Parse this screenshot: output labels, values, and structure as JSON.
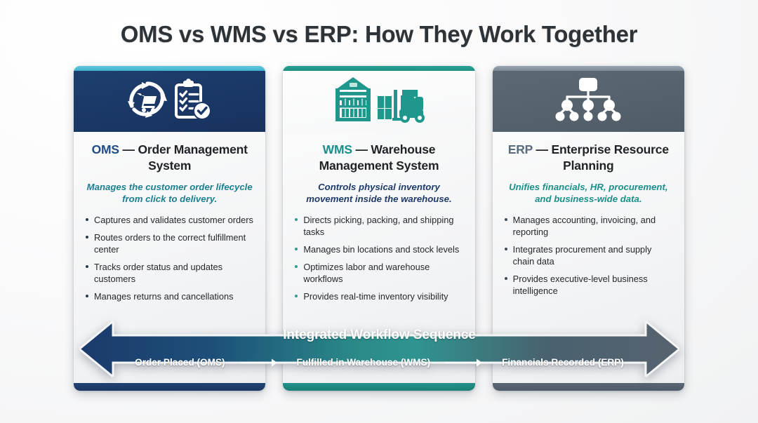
{
  "title": "OMS vs WMS vs ERP: How They Work Together",
  "colors": {
    "oms_header": "#1a3765",
    "oms_strip": "#3fb3cd",
    "oms_accent": "#1f4d86",
    "oms_tagline": "#1a7f8e",
    "wms_header": "#f7f8f9",
    "wms_strip": "#1d8f86",
    "wms_accent": "#1a8f8a",
    "wms_tagline": "#1d3a6b",
    "erp_header": "#55616d",
    "erp_strip": "#7d8a98",
    "erp_accent": "#5a6b7d",
    "erp_tagline": "#1a8f8a",
    "banner_start": "#1b3a6b",
    "banner_mid": "#2c8f8c",
    "banner_end": "#55616e"
  },
  "cards": [
    {
      "id": "oms",
      "icon": "shopping-cart-refresh-clipboard-icon",
      "acronym": "OMS",
      "title_rest": " — Order Management System",
      "tagline": "Manages the customer order lifecycle from click to delivery.",
      "bullets": [
        "Captures and validates customer orders",
        "Routes orders to the correct fulfillment center",
        "Tracks order status and updates customers",
        "Manages returns and cancellations"
      ]
    },
    {
      "id": "wms",
      "icon": "warehouse-forklift-icon",
      "acronym": "WMS",
      "title_rest": " — Warehouse Management System",
      "tagline": "Controls physical inventory movement inside the warehouse.",
      "bullets": [
        "Directs picking, packing, and shipping tasks",
        "Manages bin locations and stock levels",
        "Optimizes labor and warehouse workflows",
        "Provides real-time inventory visibility"
      ]
    },
    {
      "id": "erp",
      "icon": "org-chart-hierarchy-icon",
      "acronym": "ERP",
      "title_rest": " — Enterprise Resource Planning",
      "tagline": "Unifies financials, HR, procurement, and business-wide data.",
      "bullets": [
        "Manages accounting, invoicing, and reporting",
        "Integrates procurement and supply chain data",
        "Provides executive-level business intelligence"
      ]
    }
  ],
  "banner": {
    "heading": "Integrated Workflow Sequence",
    "steps": [
      "Order Placed (OMS)",
      "Fulfilled in Warehouse (WMS)",
      "Financials Recorded (ERP)"
    ]
  }
}
